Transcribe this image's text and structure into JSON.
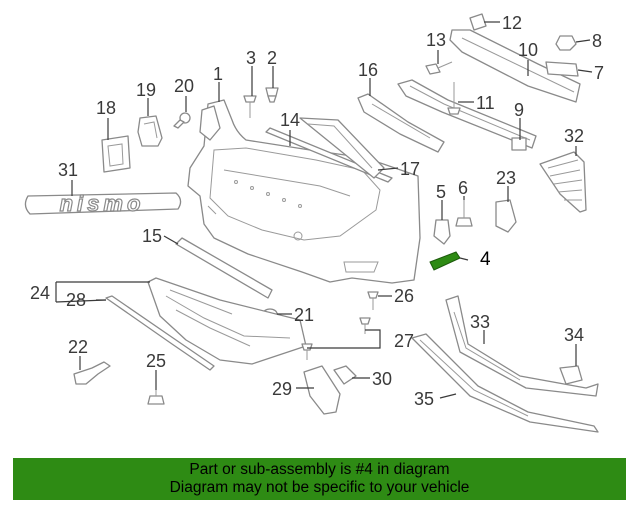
{
  "diagram": {
    "highlighted_part": "4",
    "callouts": [
      "1",
      "2",
      "3",
      "4",
      "5",
      "6",
      "7",
      "8",
      "9",
      "10",
      "11",
      "12",
      "13",
      "14",
      "15",
      "16",
      "17",
      "18",
      "19",
      "20",
      "21",
      "22",
      "23",
      "24",
      "25",
      "26",
      "27",
      "28",
      "29",
      "30",
      "31",
      "32",
      "33",
      "34",
      "35"
    ],
    "emblem_text": "nismo",
    "highlight_color": "#2e8b14",
    "line_color": "#8a8a8a"
  },
  "footer": {
    "line1": "Part or sub-assembly is #4 in diagram",
    "line2": "Diagram may not be specific to your vehicle",
    "background": "#2e8b14"
  }
}
